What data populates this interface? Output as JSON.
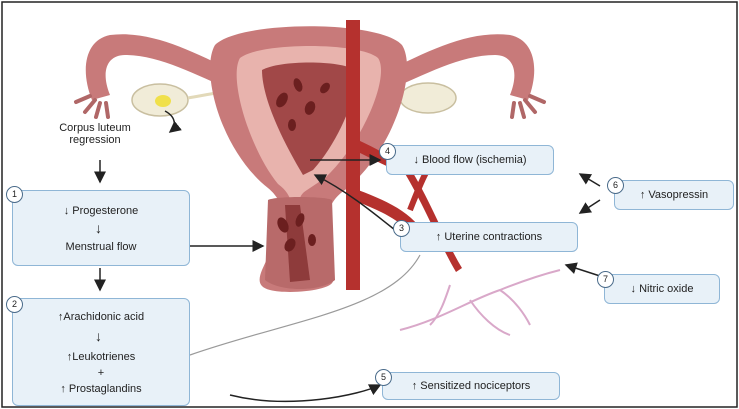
{
  "labels": {
    "corpus_line1": "Corpus luteum",
    "corpus_line2": "regression"
  },
  "box1": {
    "number": "1",
    "line1": "↓ Progesterone",
    "line2": "Menstrual flow"
  },
  "box2": {
    "number": "2",
    "line1": "↑Arachidonic acid",
    "line2": "↑Leukotrienes",
    "plus": "+",
    "line3": "↑ Prostaglandins"
  },
  "box3": {
    "number": "3",
    "text": "↑ Uterine contractions"
  },
  "box4": {
    "number": "4",
    "text": "↓ Blood flow (ischemia)"
  },
  "box5": {
    "number": "5",
    "text": "↑ Sensitized nociceptors"
  },
  "box6": {
    "number": "6",
    "text": "↑ Vasopressin"
  },
  "box7": {
    "number": "7",
    "text": "↓ Nitric oxide"
  },
  "colors": {
    "uterus_outer": "#c87a7a",
    "uterus_inner": "#e8b3ad",
    "tissue_dark": "#8e3b3b",
    "clot": "#6b1f1f",
    "artery": "#b5312e",
    "box_fill": "#e8f1f8",
    "box_border": "#8fb6d6",
    "nerve": "#d9a8c9"
  }
}
